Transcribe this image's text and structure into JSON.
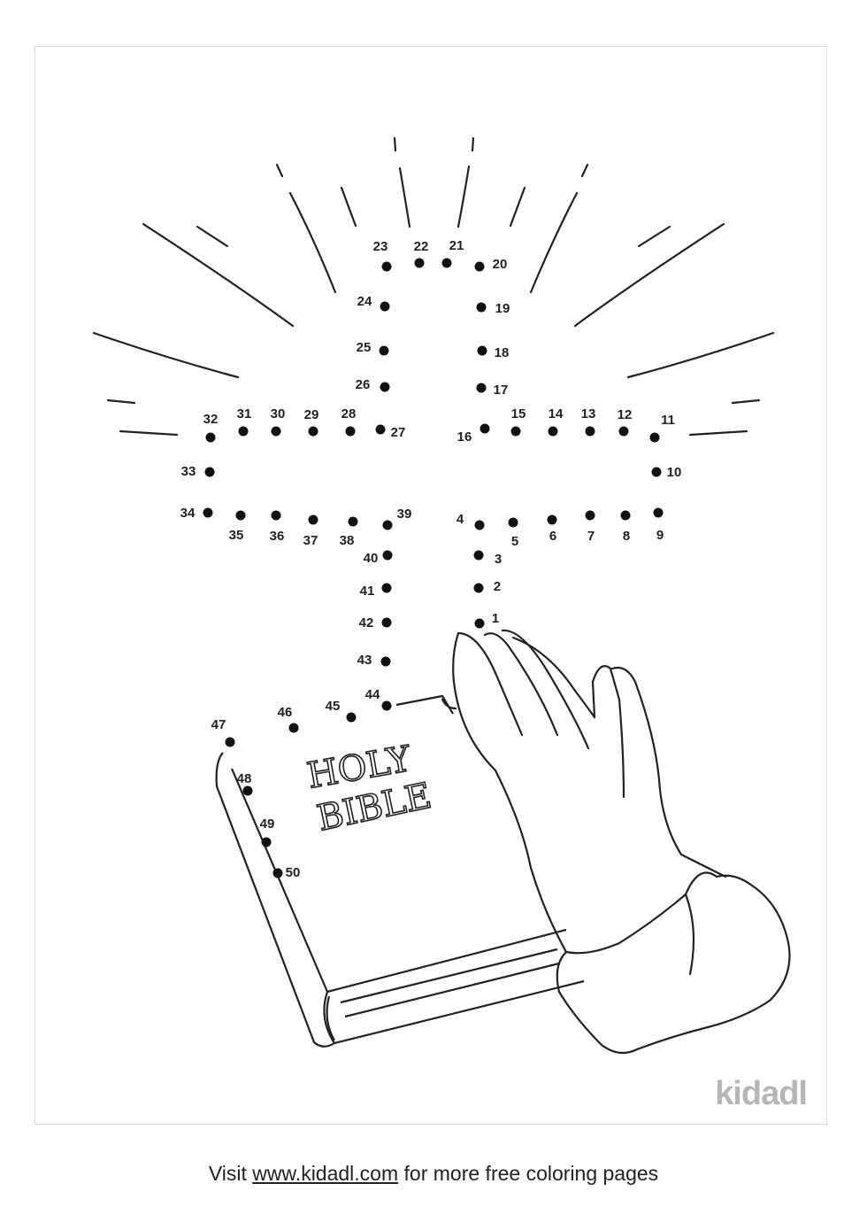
{
  "worksheet": {
    "book_title_line1": "HOLY",
    "book_title_line2": "BIBLE",
    "dot_labels": [
      "1",
      "2",
      "3",
      "4",
      "5",
      "6",
      "7",
      "8",
      "9",
      "10",
      "11",
      "12",
      "13",
      "14",
      "15",
      "16",
      "17",
      "18",
      "19",
      "20",
      "21",
      "22",
      "23",
      "24",
      "25",
      "26",
      "27",
      "28",
      "29",
      "30",
      "31",
      "32",
      "33",
      "34",
      "35",
      "36",
      "37",
      "38",
      "39",
      "40",
      "41",
      "42",
      "43",
      "44",
      "45",
      "46",
      "47",
      "48",
      "49",
      "50"
    ]
  },
  "watermark": "kidadl",
  "footer": {
    "prefix": "Visit",
    "link": "www.kidadl.com",
    "suffix": "for more free coloring pages"
  }
}
